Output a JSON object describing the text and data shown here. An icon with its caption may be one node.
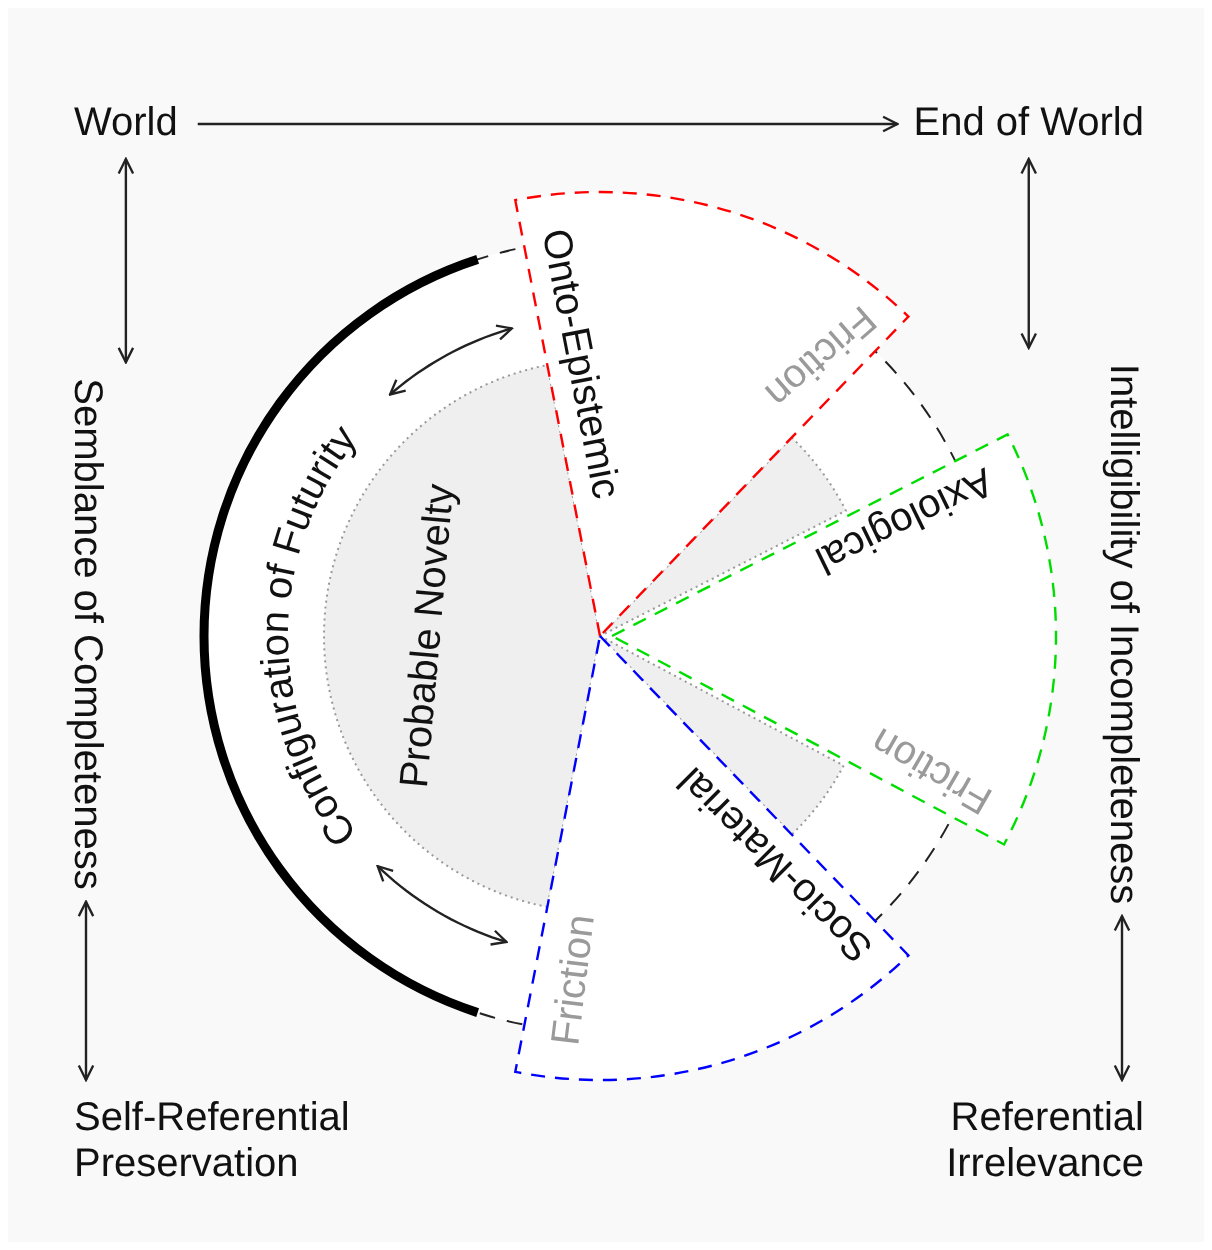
{
  "diagram": {
    "nodes": [
      {
        "text": [
          "World"
        ]
      },
      {
        "text": [
          "End of World"
        ]
      },
      {
        "text": [
          "Semblance of Completeness"
        ]
      },
      {
        "text": [
          "Intelligibility of Incompleteness"
        ]
      },
      {
        "text": [
          "Self-Referential Preservation"
        ]
      },
      {
        "text": [
          "Referential Irrelevance"
        ]
      },
      {
        "text": [
          "Configuration of Futurity"
        ]
      },
      {
        "text": [
          "Probable Novelty"
        ]
      },
      {
        "text": [
          "Onto-Epistemic",
          "Friction"
        ]
      },
      {
        "text": [
          "Axiological",
          "Friction"
        ]
      },
      {
        "text": [
          "Socio-Material",
          "Friction"
        ]
      }
    ],
    "edges": [
      {
        "from": 0,
        "to": 1,
        "arrow": "to"
      },
      {
        "from": 0,
        "to": 2,
        "arrow": "both"
      },
      {
        "from": 2,
        "to": 4,
        "arrow": "both"
      },
      {
        "from": 1,
        "to": 3,
        "arrow": "both"
      },
      {
        "from": 3,
        "to": 5,
        "arrow": "both"
      },
      {
        "from": 6,
        "to": 8,
        "arrow": "both"
      },
      {
        "from": 6,
        "to": 10,
        "arrow": "both"
      }
    ]
  }
}
